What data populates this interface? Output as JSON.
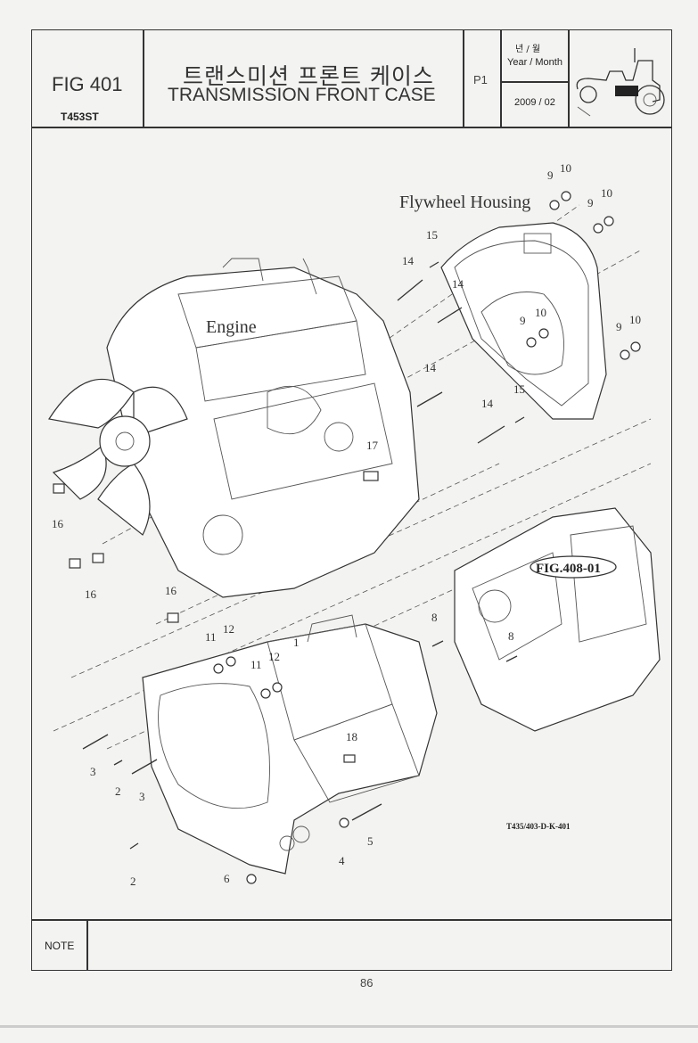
{
  "header": {
    "fig_number": "FIG 401",
    "model": "T453ST",
    "title_korean": "트랜스미션 프론트 케이스",
    "title_english": "TRANSMISSION FRONT CASE",
    "page_code": "P1",
    "year_month_korean": "년 / 월",
    "year_month_english": "Year / Month",
    "date": "2009 / 02",
    "tractor_icon": "tractor-icon"
  },
  "drawing": {
    "labels": {
      "flywheel_housing": "Flywheel Housing",
      "engine": "Engine",
      "fig_ref": "FIG.408-01"
    },
    "drawing_id": "T435/403-D-K-401",
    "callouts": {
      "c9a": "9",
      "c10a": "10",
      "c9b": "9",
      "c10b": "10",
      "c15a": "15",
      "c14a": "14",
      "c14b": "14",
      "c9c": "9",
      "c10c": "10",
      "c9d": "9",
      "c10d": "10",
      "c14c": "14",
      "c15b": "15",
      "c14d": "14",
      "c17": "17",
      "c16a": "16",
      "c16b": "16",
      "c16c": "16",
      "c8a": "8",
      "c8b": "8",
      "c11a": "11",
      "c12a": "12",
      "c11b": "11",
      "c12b": "12",
      "c1": "1",
      "c18": "18",
      "c3a": "3",
      "c2a": "2",
      "c3b": "3",
      "c5": "5",
      "c4": "4",
      "c2b": "2",
      "c6": "6"
    }
  },
  "footer": {
    "note_label": "NOTE",
    "note_text": "",
    "page_number": "86"
  }
}
